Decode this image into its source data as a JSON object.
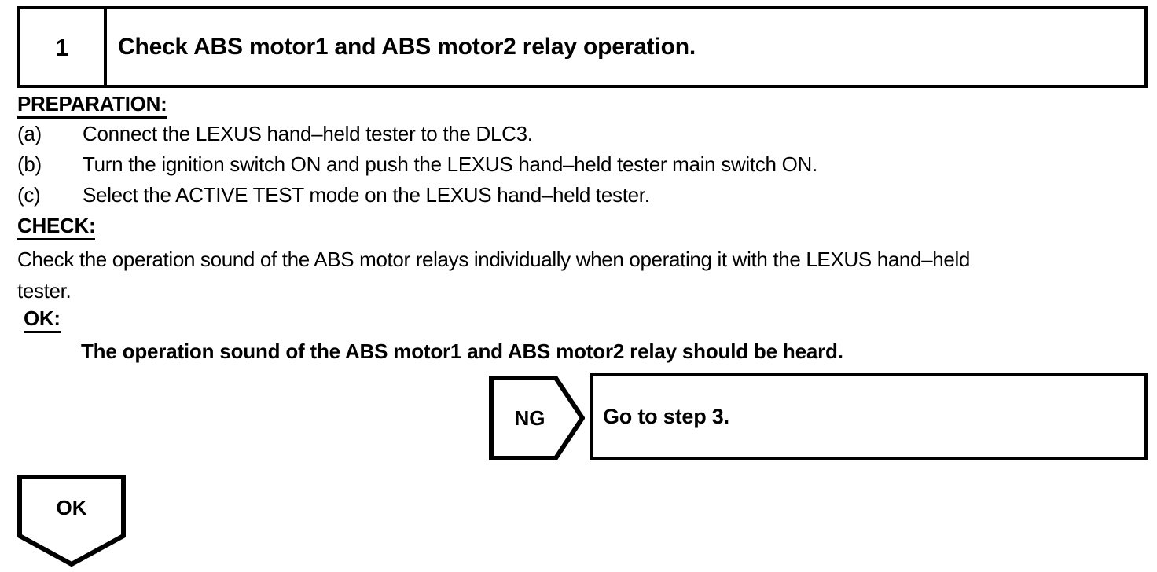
{
  "step": {
    "number": "1",
    "title": "Check ABS motor1 and ABS motor2 relay operation."
  },
  "preparation": {
    "heading": "PREPARATION:",
    "items": [
      {
        "label": "(a)",
        "text": "Connect the LEXUS hand–held tester to the DLC3."
      },
      {
        "label": "(b)",
        "text": "Turn the ignition switch ON and push the LEXUS hand–held tester main switch ON."
      },
      {
        "label": "(c)",
        "text": "Select the ACTIVE TEST mode on the LEXUS hand–held tester."
      }
    ]
  },
  "check": {
    "heading": "CHECK:",
    "line1": "Check the operation sound of the ABS motor relays individually when operating it with the LEXUS hand–held",
    "line2": "tester."
  },
  "ok": {
    "heading": "OK:",
    "statement": "The operation sound of the ABS motor1 and ABS motor2 relay should be heard."
  },
  "branches": {
    "ng_label": "NG",
    "ng_action": "Go to step 3.",
    "ok_label": "OK"
  },
  "colors": {
    "ink": "#000000",
    "paper": "#ffffff"
  }
}
